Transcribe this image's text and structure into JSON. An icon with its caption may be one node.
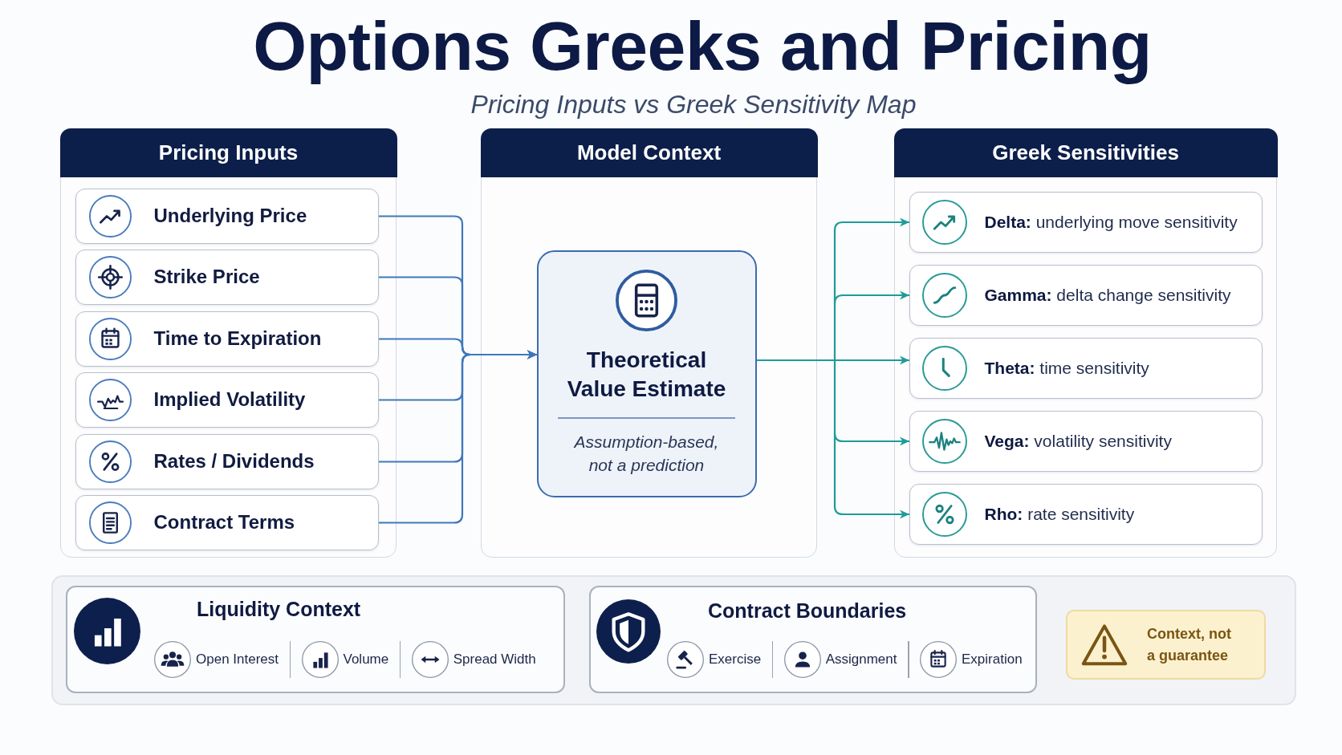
{
  "diagram": {
    "title": "Options Greeks and Pricing",
    "nodes": [
      {
        "text": [
          "Pricing Inputs"
        ]
      },
      {
        "text": [
          "Underlying Price"
        ],
        "in": 0
      },
      {
        "text": [
          "Strike Price"
        ],
        "in": 0
      },
      {
        "text": [
          "Time to Expiration"
        ],
        "in": 0
      },
      {
        "text": [
          "Implied Volatility"
        ],
        "in": 0
      },
      {
        "text": [
          "Rates / Dividends"
        ],
        "in": 0
      },
      {
        "text": [
          "Contract Terms"
        ],
        "in": 0
      },
      {
        "text": [
          "Model Context"
        ]
      },
      {
        "text": [
          "Theoretical Value Estimate",
          "Assumption-based, not a prediction"
        ],
        "in": 7
      },
      {
        "text": [
          "Greek Sensitivities"
        ]
      },
      {
        "text": [
          "**Delta:** underlying move sensitivity"
        ],
        "in": 9
      },
      {
        "text": [
          "**Gamma:** delta change sensitivity"
        ],
        "in": 9
      },
      {
        "text": [
          "**Theta:** time sensitivity"
        ],
        "in": 9
      },
      {
        "text": [
          "**Vega:** volatility sensitivity"
        ],
        "in": 9
      },
      {
        "text": [
          "**Rho:** rate sensitivity"
        ],
        "in": 9
      },
      {
        "text": [],
        "shape": "box"
      },
      {
        "text": [
          "Liquidity Context",
          "Open Interest",
          "Volume",
          "Spread Width"
        ],
        "in": 15
      },
      {
        "text": [
          "Contract Boundaries",
          "Exercise",
          "Assignment",
          "Expiration"
        ],
        "in": 15
      },
      {
        "text": [
          "Context, not a guarantee"
        ],
        "in": 15
      }
    ],
    "edges": [
      {
        "from": 1,
        "to": 8,
        "arrow": "to"
      },
      {
        "from": 2,
        "to": 8,
        "arrow": "to"
      },
      {
        "from": 3,
        "to": 8,
        "arrow": "to"
      },
      {
        "from": 4,
        "to": 8,
        "arrow": "to"
      },
      {
        "from": 5,
        "to": 8,
        "arrow": "to"
      },
      {
        "from": 6,
        "to": 8,
        "arrow": "to"
      },
      {
        "from": 8,
        "to": 10,
        "arrow": "to",
        "color": "#1e9c98"
      },
      {
        "from": 8,
        "to": 11,
        "arrow": "to",
        "color": "#1e9c98"
      },
      {
        "from": 8,
        "to": 12,
        "arrow": "to",
        "color": "#1e9c98"
      },
      {
        "from": 8,
        "to": 13,
        "arrow": "to",
        "color": "#1e9c98"
      },
      {
        "from": 8,
        "to": 14,
        "arrow": "to",
        "color": "#1e9c98"
      }
    ],
    "labels": [
      "Pricing Inputs vs Greek Sensitivity Map"
    ]
  }
}
